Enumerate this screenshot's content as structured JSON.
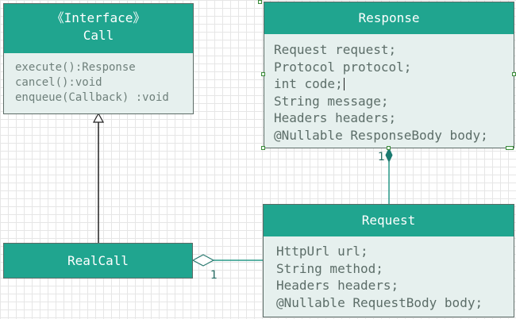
{
  "call": {
    "stereotype": "《Interface》",
    "name": "Call",
    "methods": [
      "execute():Response",
      "cancel():void",
      "enqueue(Callback) :void"
    ]
  },
  "response": {
    "name": "Response",
    "fields": [
      "Request request;",
      "Protocol protocol;",
      "int code;",
      "String message;",
      "Headers headers;",
      "@Nullable ResponseBody body;"
    ]
  },
  "realcall": {
    "name": "RealCall"
  },
  "request": {
    "name": "Request",
    "fields": [
      "HttpUrl url;",
      "String method;",
      "Headers headers;",
      "@Nullable RequestBody body;"
    ]
  },
  "relations": {
    "composition_multiplicity": "1",
    "aggregation_multiplicity": "1"
  }
}
